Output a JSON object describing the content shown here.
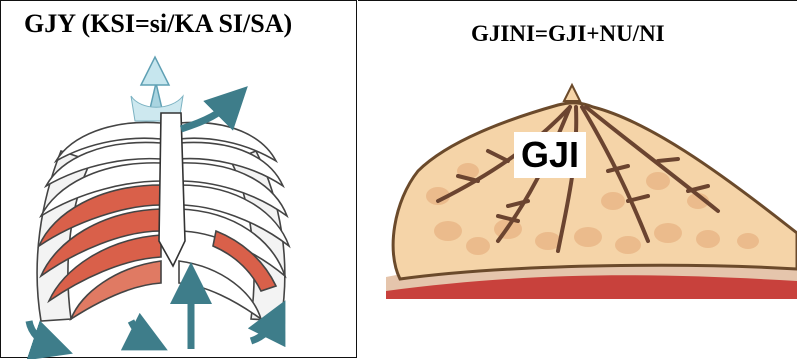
{
  "left": {
    "title": "GJY (KSI=si/KA SI/SA)"
  },
  "right": {
    "title": "GJINI=GJI+NU/NI",
    "label": "GJI"
  }
}
